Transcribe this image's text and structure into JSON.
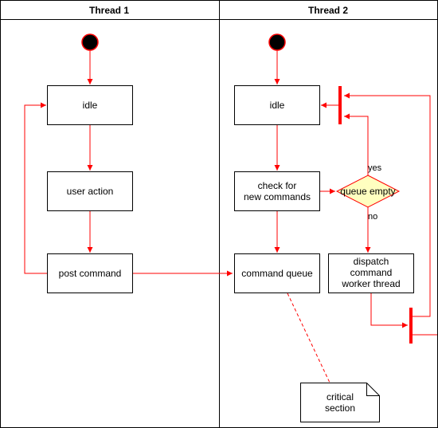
{
  "swimlanes": [
    {
      "title": "Thread 1"
    },
    {
      "title": "Thread 2"
    }
  ],
  "nodes": {
    "t1_idle": {
      "label": "idle"
    },
    "t1_user_action": {
      "label": "user action"
    },
    "t1_post_command": {
      "label": "post command"
    },
    "t2_idle": {
      "label": "idle"
    },
    "t2_check": {
      "lines": [
        "check for",
        "new commands"
      ]
    },
    "t2_queue_empty": {
      "label": "queue empty"
    },
    "t2_command_queue": {
      "label": "command queue"
    },
    "t2_dispatch": {
      "lines": [
        "dispatch",
        "command",
        "worker thread"
      ]
    },
    "t2_note": {
      "lines": [
        "critical",
        "section"
      ]
    }
  },
  "edge_labels": {
    "yes": "yes",
    "no": "no"
  },
  "colors": {
    "flow": "#ff0000",
    "border": "#000000",
    "decision_fill": "#ffffc0",
    "decision_stroke": "#ff0000",
    "bar": "#ff0000",
    "start_fill": "#000000"
  }
}
